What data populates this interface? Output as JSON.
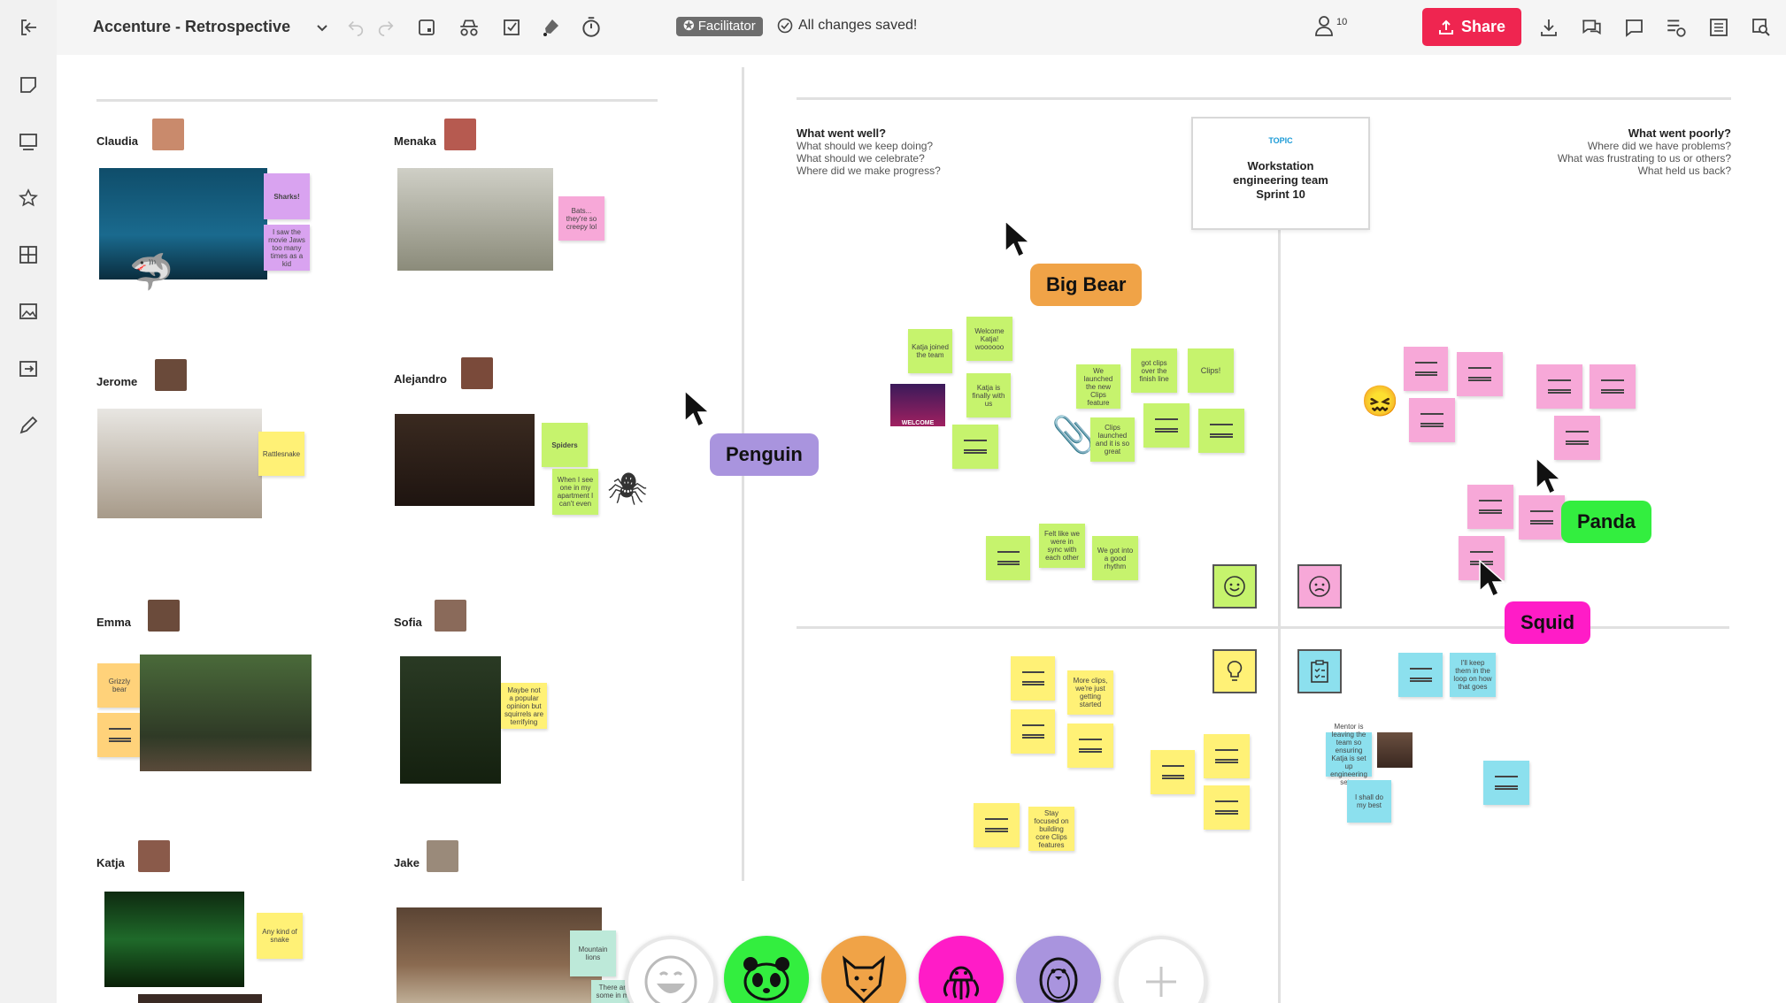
{
  "app": {
    "board_title": "Accenture - Retrospective",
    "facilitator_label": "Facilitator",
    "save_status": "All changes saved!",
    "share_label": "Share",
    "user_count": "10"
  },
  "colors": {
    "share": "#ef2550",
    "sticky_yellow": "#fff176",
    "sticky_green": "#c6f36d",
    "sticky_pink": "#f7a8d8",
    "sticky_blue": "#8ce0ee",
    "sticky_purple": "#d9a3f0",
    "sticky_orange": "#ffd27a"
  },
  "people": [
    {
      "name": "Claudia",
      "stickies": [
        "Sharks!",
        "I saw the movie Jaws too many times as a kid"
      ]
    },
    {
      "name": "Menaka",
      "stickies": [
        "Bats... they're so creepy lol"
      ]
    },
    {
      "name": "Jerome",
      "stickies": [
        "Rattlesnake"
      ]
    },
    {
      "name": "Alejandro",
      "stickies": [
        "Spiders",
        "When I see one in my apartment I can't even"
      ]
    },
    {
      "name": "Emma",
      "stickies": [
        "Grizzly bear"
      ]
    },
    {
      "name": "Sofia",
      "stickies": [
        "Maybe not a popular opinion but squirrels are terrifying"
      ]
    },
    {
      "name": "Katja",
      "stickies": [
        "Any kind of snake"
      ]
    },
    {
      "name": "Jake",
      "stickies": [
        "Mountain lions",
        "There are some in my"
      ]
    }
  ],
  "retro": {
    "well_title": "What went well?",
    "well_lines": [
      "What should we keep doing?",
      "What should we celebrate?",
      "Where did we make progress?"
    ],
    "poorly_title": "What went poorly?",
    "poorly_lines": [
      "Where did we have problems?",
      "What was frustrating to us or others?",
      "What held us back?"
    ],
    "topic_label": "TOPIC",
    "topic_text": "Workstation engineering team Sprint 10",
    "green_notes": [
      "Katja joined the team",
      "Welcome Katja! woooooo",
      "Katja is finally with us",
      "We launched the new Clips feature",
      "got clips over the finish line",
      "Clips!",
      "Clips launched and it is so great",
      "Felt like we were in sync with each other",
      "We got into a good rhythm"
    ],
    "yellow_notes": [
      "More clips, we're just getting started",
      "Stay focused on building core Clips features"
    ],
    "blue_notes": [
      "I'll keep them in the loop on how that goes",
      "Mentor is leaving the team so ensuring Katja is set up engineering setup",
      "I shall do my best"
    ],
    "welcome_gif": "WELCOME"
  },
  "cursors": [
    {
      "label": "Big Bear",
      "color": "#f0a347"
    },
    {
      "label": "Penguin",
      "color": "#a994de"
    },
    {
      "label": "Panda",
      "color": "#33ee3f"
    },
    {
      "label": "Squid",
      "color": "#ff1cc7"
    }
  ],
  "avatars_bar": [
    "smile-icon",
    "panda-icon",
    "bear-icon",
    "squid-icon",
    "penguin-icon",
    "plus-icon"
  ]
}
